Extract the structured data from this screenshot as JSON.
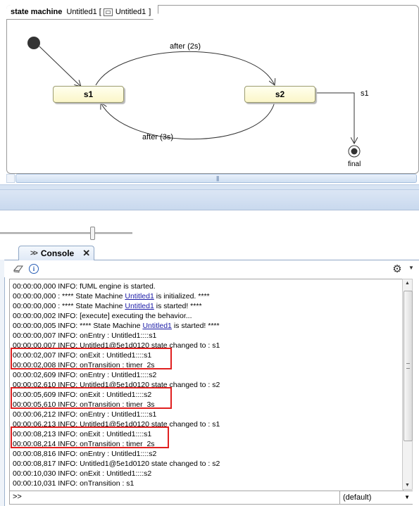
{
  "diagram": {
    "frame_keyword": "state machine",
    "frame_name": "Untitled1",
    "frame_open_bracket": "[",
    "frame_ref": "Untitled1",
    "frame_close_bracket": "]",
    "states": {
      "s1": "s1",
      "s2": "s2"
    },
    "final_label": "final",
    "transitions": {
      "s1_to_s2": "after (2s)",
      "s2_to_s1": "after (3s)",
      "s2_to_final": "s1"
    }
  },
  "console": {
    "tab_label": "Console",
    "tab_close": "✕",
    "prompt": ">>",
    "context": "(default)",
    "lines": [
      {
        "text": "00:00:00,000 INFO: fUML engine is started."
      },
      {
        "pre": "00:00:00,000 : **** State Machine ",
        "link": "Untitled1",
        "post": " is initialized. ****"
      },
      {
        "pre": "00:00:00,000 : **** State Machine ",
        "link": "Untitled1",
        "post": " is started! ****"
      },
      {
        "text": "00:00:00,002 INFO: [execute] executing the behavior..."
      },
      {
        "pre": "00:00:00,005 INFO: **** State Machine ",
        "link": "Untitled1",
        "post": " is started! ****"
      },
      {
        "text": "00:00:00,007 INFO: onEntry : Untitled1::::s1"
      },
      {
        "text": "00:00:00,007 INFO: Untitled1@5e1d0120 state changed to : s1"
      },
      {
        "text": "00:00:02,007 INFO: onExit : Untitled1::::s1"
      },
      {
        "text": "00:00:02,008 INFO: onTransition : timer_2s"
      },
      {
        "text": "00:00:02,609 INFO: onEntry : Untitled1::::s2"
      },
      {
        "text": "00:00:02,610 INFO: Untitled1@5e1d0120 state changed to : s2"
      },
      {
        "text": "00:00:05,609 INFO: onExit : Untitled1::::s2"
      },
      {
        "text": "00:00:05,610 INFO: onTransition : timer_3s"
      },
      {
        "text": "00:00:06,212 INFO: onEntry : Untitled1::::s1"
      },
      {
        "text": "00:00:06,213 INFO: Untitled1@5e1d0120 state changed to : s1"
      },
      {
        "text": "00:00:08,213 INFO: onExit : Untitled1::::s1"
      },
      {
        "text": "00:00:08,214 INFO: onTransition : timer_2s"
      },
      {
        "text": "00:00:08,816 INFO: onEntry : Untitled1::::s2"
      },
      {
        "text": "00:00:08,817 INFO: Untitled1@5e1d0120 state changed to : s2"
      },
      {
        "text": "00:00:10,030 INFO: onExit : Untitled1::::s2"
      },
      {
        "text": "00:00:10,031 INFO: onTransition : s1"
      }
    ]
  },
  "colors": {
    "state_fill": "#fbf6c9",
    "highlight": "#e02020",
    "link": "#1a1aa6"
  },
  "icons": {
    "tab": "console-view-icon",
    "clear": "eraser-icon",
    "info": "info-icon",
    "settings": "gear-icon"
  }
}
